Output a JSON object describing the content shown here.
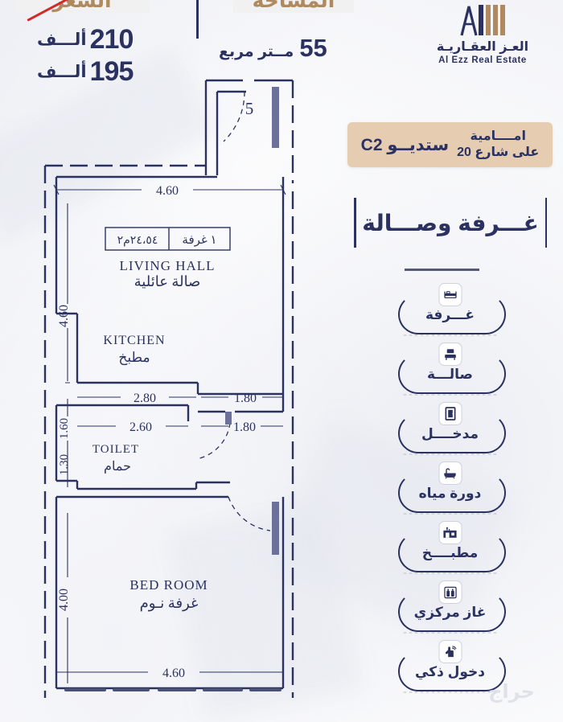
{
  "header": {
    "price_caption": "السعر",
    "area_caption": "المساحة",
    "old_price_value": "210",
    "old_price_unit": "ألـــف",
    "new_price_value": "195",
    "new_price_unit": "ألـــف",
    "area_value": "55",
    "area_unit": "مــتر مربع",
    "strike_color": "#d02a2a",
    "navy": "#2b3260",
    "gold": "#b08a5e"
  },
  "logo": {
    "arabic": "العـز العقـاريـة",
    "english": "Al Ezz Real Estate",
    "mark_name": "al-ezz-monogram"
  },
  "badge": {
    "left_line1": "امــــامية",
    "left_line2": "على شارع 20",
    "right": "ستديــو C2",
    "background": "#e6cdb2"
  },
  "heading": "غـــرفة وصـــالة",
  "features": [
    {
      "label": "غـــرفة",
      "icon": "bed-icon"
    },
    {
      "label": "صالـــة",
      "icon": "sofa-icon"
    },
    {
      "label": "مدخــــل",
      "icon": "door-icon"
    },
    {
      "label": "دورة مياه",
      "icon": "bathtub-icon"
    },
    {
      "label": "مطبــــخ",
      "icon": "kitchen-icon"
    },
    {
      "label": "غاز مركزي",
      "icon": "gas-cylinder-icon"
    },
    {
      "label": "دخول ذكي",
      "icon": "smart-entry-icon"
    }
  ],
  "plan": {
    "entry_number": "5",
    "table_rooms": "١ غرفة",
    "table_area": "٢٤،٥٤م٢",
    "living_en": "LIVING  HALL",
    "living_ar": "صالة عائلية",
    "kitchen_en": "KITCHEN",
    "kitchen_ar": "مطبخ",
    "toilet_en": "TOILET",
    "toilet_ar": "حمام",
    "bedroom_en": "BED  ROOM",
    "bedroom_ar": "غرفة نـوم",
    "dim_top_width": "4.60",
    "dim_living_height": "4.60",
    "dim_kitchen_height": "1.60",
    "dim_kitchen_width": "2.80",
    "dim_kitchen_right": "1.80",
    "dim_toilet_height": "1.30",
    "dim_toilet_width": "2.60",
    "dim_toilet_right": "1.80",
    "dim_bedroom_height": "4.00",
    "dim_bottom_width": "4.60",
    "line_color": "#2b3260"
  },
  "watermark": "حراج"
}
